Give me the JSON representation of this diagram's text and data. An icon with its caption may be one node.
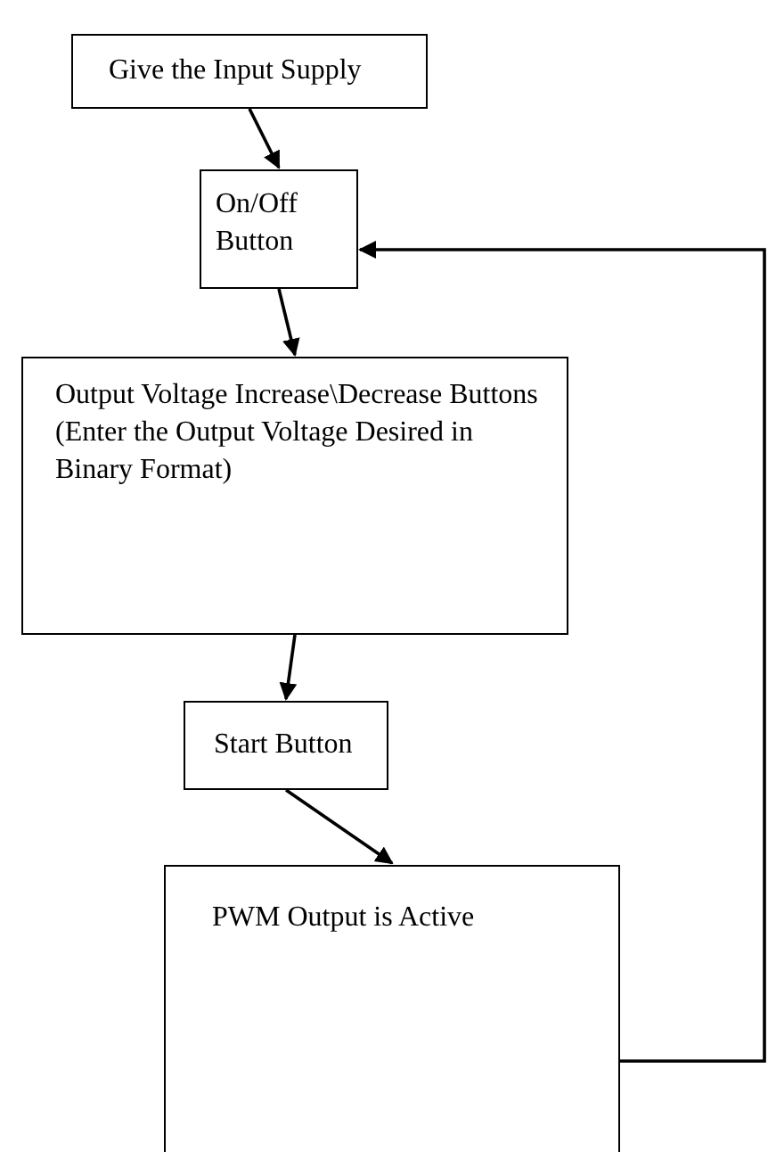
{
  "diagram": {
    "nodes": [
      {
        "text": [
          "Give the Input Supply"
        ]
      },
      {
        "text": [
          "On/Off Button"
        ]
      },
      {
        "text": [
          "Output Voltage Increase\\Decrease Buttons (Enter the Output Voltage Desired in Binary Format)"
        ]
      },
      {
        "text": [
          "Start Button"
        ]
      },
      {
        "text": [
          "PWM Output is Active"
        ]
      }
    ],
    "edges": [
      {
        "from": 0,
        "to": 1,
        "arrow": "to"
      },
      {
        "from": 1,
        "to": 2,
        "arrow": "to"
      },
      {
        "from": 2,
        "to": 3,
        "arrow": "to"
      },
      {
        "from": 3,
        "to": 4,
        "arrow": "to"
      },
      {
        "from": 4,
        "to": 1,
        "arrow": "to"
      }
    ]
  }
}
